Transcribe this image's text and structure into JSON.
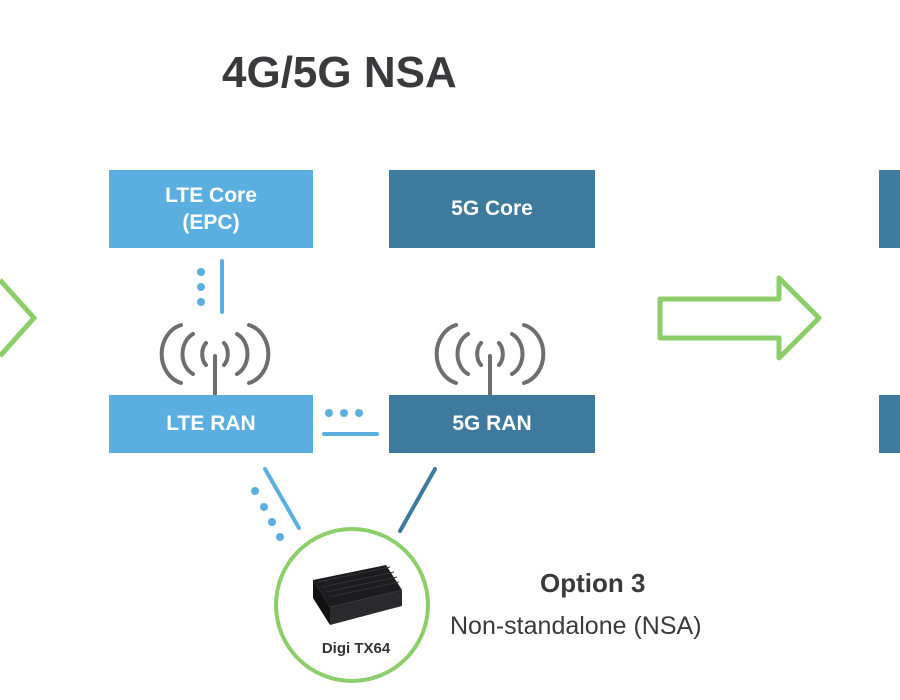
{
  "title": "4G/5G NSA",
  "boxes": {
    "lte_core_line1": "LTE Core",
    "lte_core_line2": "(EPC)",
    "fiveg_core": "5G Core",
    "lte_ran": "LTE RAN",
    "fiveg_ran": "5G RAN"
  },
  "device": {
    "label": "Digi TX64"
  },
  "option": {
    "title": "Option 3",
    "subtitle": "Non-standalone (NSA)"
  },
  "icons": {
    "antenna": "radio-tower-icon",
    "arrow": "right-arrow-outline-icon",
    "device": "router-device-icon"
  },
  "colors": {
    "light_blue": "#5aafe0",
    "dark_blue": "#3d7a9e",
    "green": "#8ccf6a",
    "text": "#3a3a3c",
    "antenna_gray": "#6d6e71"
  }
}
